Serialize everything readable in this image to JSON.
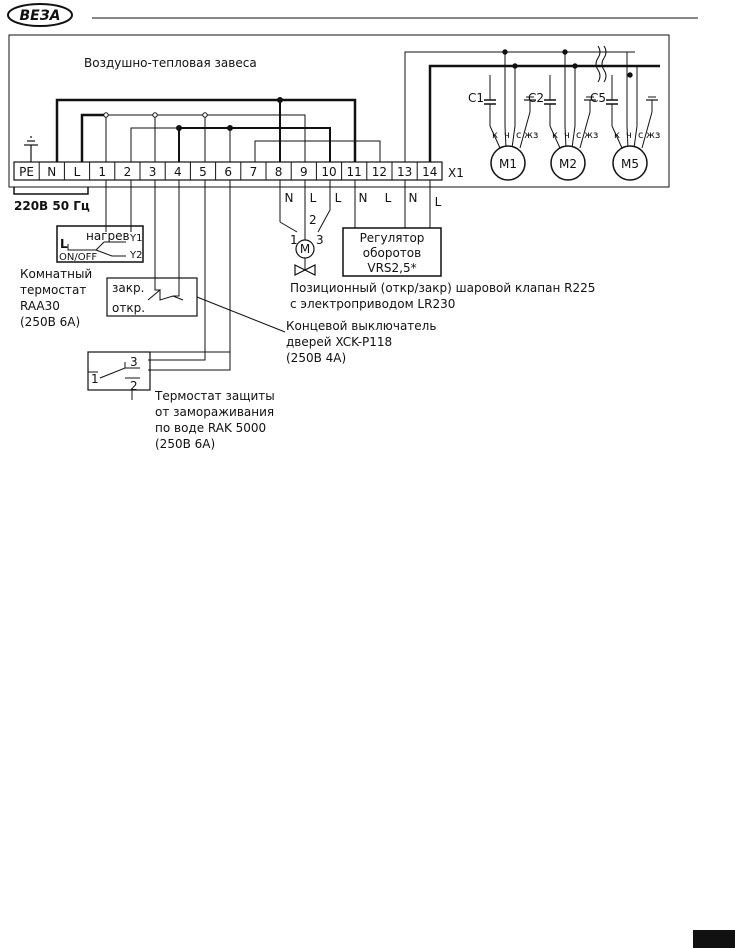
{
  "header": {
    "logo": "ВЕЗА"
  },
  "unit_title": "Воздушно-тепловая завеса",
  "terminal_block": {
    "name": "X1",
    "terminals": [
      "PE",
      "N",
      "L",
      "1",
      "2",
      "3",
      "4",
      "5",
      "6",
      "7",
      "8",
      "9",
      "10",
      "11",
      "12",
      "13",
      "14"
    ],
    "supply_label": "220В 50 Гц"
  },
  "bottom_wire_labels": [
    "N",
    "L",
    "L",
    "N",
    "L",
    "N",
    "L"
  ],
  "capacitors": [
    "C1",
    "C2",
    "C5"
  ],
  "motors": [
    {
      "name": "M1",
      "pins": [
        "к",
        "ч",
        "с",
        "жз"
      ]
    },
    {
      "name": "M2",
      "pins": [
        "к",
        "ч",
        "с",
        "жз"
      ]
    },
    {
      "name": "M5",
      "pins": [
        "к",
        "ч",
        "с",
        "жз"
      ]
    }
  ],
  "room_thermostat": {
    "box": {
      "heat": "нагрев",
      "y1": "Y1",
      "y2": "Y2",
      "l": "L",
      "onoff": "ON/OFF"
    },
    "caption": [
      "Комнатный",
      "термостат",
      "RAA30",
      "(250В 6А)"
    ]
  },
  "door_switch": {
    "box": {
      "closed": "закр.",
      "open": "откр."
    },
    "caption": [
      "Концевой выключатель",
      "дверей XCK-P118",
      "(250В 4А)"
    ]
  },
  "frost_thermostat": {
    "box": {
      "p1": "1",
      "p2": "2",
      "p3": "3"
    },
    "caption": [
      "Термостат защиты",
      "от замораживания",
      "по воде RAK 5000",
      "(250В 6А)"
    ]
  },
  "valve": {
    "motor": "M",
    "pins": {
      "p1": "1",
      "p2": "2",
      "p3": "3"
    },
    "caption": [
      "Позиционный (откр/закр) шаровой клапан R225",
      "с электроприводом LR230"
    ]
  },
  "regulator": {
    "lines": [
      "Регулятор",
      "оборотов",
      "VRS2,5*"
    ]
  }
}
